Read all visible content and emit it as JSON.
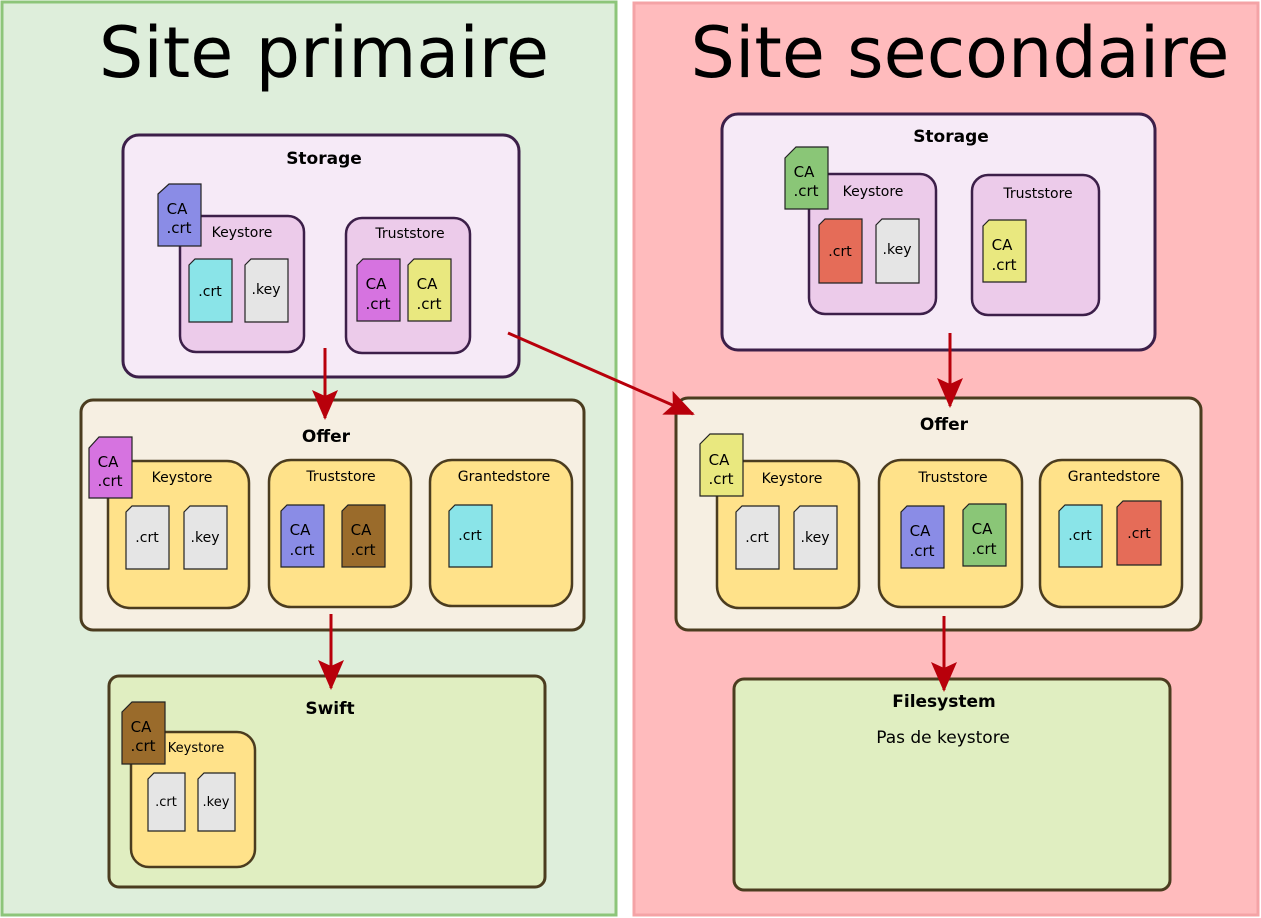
{
  "colors": {
    "site_primary_fill": "#deeedb",
    "site_primary_border": "#8dc57a",
    "site_secondary_fill": "#ffbbbd",
    "site_secondary_border": "#f4a3a6",
    "storage_fill": "#f6eaf7",
    "storage_border": "#3c1f49",
    "store_purple_fill": "#eccbea",
    "offer_fill": "#f6efe2",
    "offer_border": "#4b3c1f",
    "store_yellow_fill": "#ffe28a",
    "app_green_fill": "#e0eec1",
    "arrow": "#b8000b",
    "cert_blue": "#8a8ce6",
    "cert_cyan": "#8ae4e8",
    "cert_gray": "#e5e5e5",
    "cert_magenta": "#d673e0",
    "cert_yellow": "#e9e87f",
    "cert_brown": "#9a6b2b",
    "cert_green": "#8ac677",
    "cert_red": "#e56c58"
  },
  "sites": {
    "primary": {
      "title": "Site primaire",
      "storage": {
        "title": "Storage",
        "ca_label": [
          "CA",
          ".crt"
        ],
        "keystore": {
          "title": "Keystore",
          "certs": [
            ".crt",
            ".key"
          ]
        },
        "truststore": {
          "title": "Truststore",
          "certs": [
            [
              "CA",
              ".crt"
            ],
            [
              "CA",
              ".crt"
            ]
          ]
        }
      },
      "offer": {
        "title": "Offer",
        "ca_label": [
          "CA",
          ".crt"
        ],
        "keystore": {
          "title": "Keystore",
          "certs": [
            ".crt",
            ".key"
          ]
        },
        "truststore": {
          "title": "Truststore",
          "certs": [
            [
              "CA",
              ".crt"
            ],
            [
              "CA",
              ".crt"
            ]
          ]
        },
        "grantedstore": {
          "title": "Grantedstore",
          "certs": [
            ".crt"
          ]
        }
      },
      "swift": {
        "title": "Swift",
        "ca_label": [
          "CA",
          ".crt"
        ],
        "keystore": {
          "title": "Keystore",
          "certs": [
            ".crt",
            ".key"
          ]
        }
      }
    },
    "secondary": {
      "title": "Site secondaire",
      "storage": {
        "title": "Storage",
        "ca_label": [
          "CA",
          ".crt"
        ],
        "keystore": {
          "title": "Keystore",
          "certs": [
            ".crt",
            ".key"
          ]
        },
        "truststore": {
          "title": "Truststore",
          "certs": [
            [
              "CA",
              ".crt"
            ]
          ]
        }
      },
      "offer": {
        "title": "Offer",
        "ca_label": [
          "CA",
          ".crt"
        ],
        "keystore": {
          "title": "Keystore",
          "certs": [
            ".crt",
            ".key"
          ]
        },
        "truststore": {
          "title": "Truststore",
          "certs": [
            [
              "CA",
              ".crt"
            ],
            [
              "CA",
              ".crt"
            ]
          ]
        },
        "grantedstore": {
          "title": "Grantedstore",
          "certs": [
            ".crt",
            ".crt"
          ]
        }
      },
      "filesystem": {
        "title": "Filesystem",
        "note": "Pas de keystore"
      }
    }
  }
}
